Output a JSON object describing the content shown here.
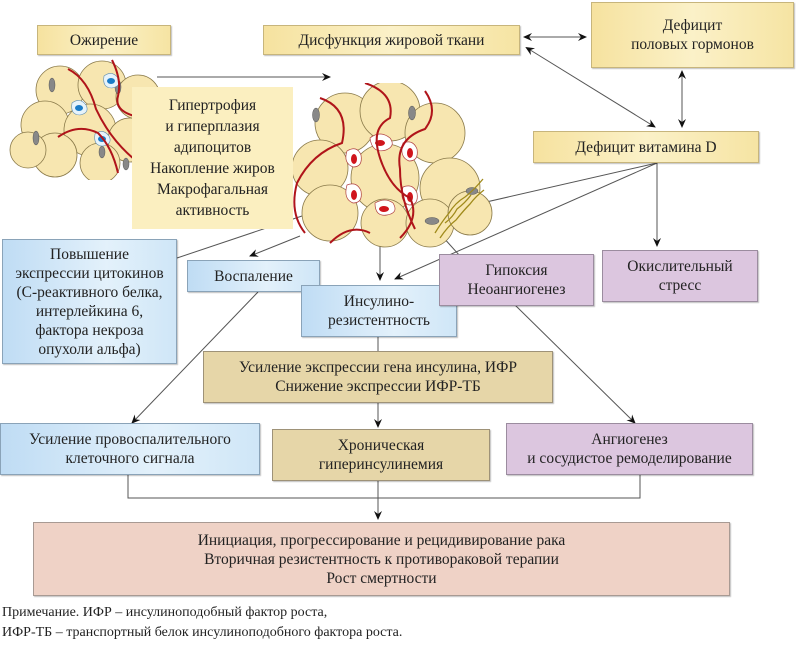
{
  "boxes": {
    "obesity": "Ожирение",
    "adipose_dysfunction": "Дисфункция жировой ткани",
    "sex_hormone_deficit": [
      "Дефицит",
      "половых гормонов"
    ],
    "vitamin_d_deficit": "Дефицит витамина D",
    "hypertrophy": [
      "Гипертрофия",
      "и гиперплазия",
      "адипоцитов",
      "Накопление жиров",
      "Макрофагальная",
      "активность"
    ],
    "cytokines": [
      "Повышение",
      "экспрессии цитокинов",
      "(С-реактивного белка,",
      "интерлейкина 6,",
      "фактора некроза",
      "опухоли альфа)"
    ],
    "inflammation": "Воспаление",
    "insulin_resistance": [
      "Инсулино-",
      "резистентность"
    ],
    "hypoxia": [
      "Гипоксия",
      "Неоангиогенез"
    ],
    "oxidative_stress": [
      "Окислительный",
      "стресс"
    ],
    "insulin_gene": [
      "Усиление экспрессии гена инсулина, ИФР",
      "Снижение экспрессии ИФР-ТБ"
    ],
    "proinflammatory_signal": [
      "Усиление провоспалительного",
      "клеточного сигнала"
    ],
    "hyperinsulinemia": [
      "Хроническая",
      "гиперинсулинемия"
    ],
    "angiogenesis": [
      "Ангиогенез",
      "и сосудистое ремоделирование"
    ],
    "cancer": [
      "Инициация, прогрессирование и рецидивирование рака",
      "Вторичная резистентность к противораковой терапии",
      "Рост смертности"
    ]
  },
  "note": [
    "Примечание. ИФР – инсулиноподобный фактор роста,",
    "ИФР-ТБ – транспортный белок инсулиноподобного фактора роста."
  ],
  "colors": {
    "vessel_red": "#b0141a",
    "cell_fill": "#f7e6b0",
    "macrophage_nucleus": "#d0141c",
    "small_cell_nucleus": "#1a7cc8",
    "fibrosis": "#a08a1a"
  }
}
